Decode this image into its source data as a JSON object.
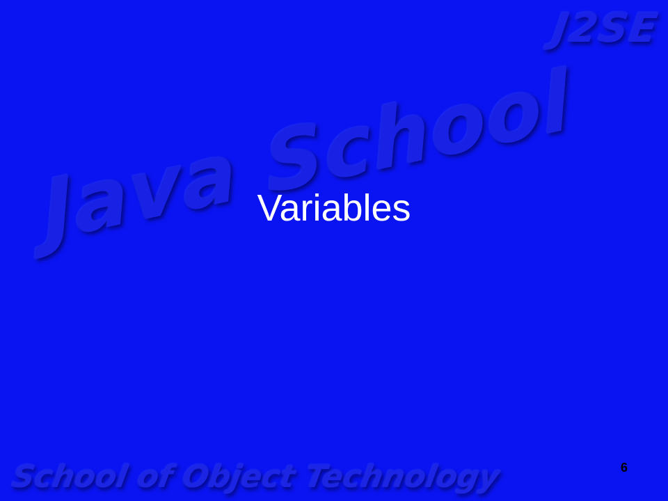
{
  "slide": {
    "title": "Variables",
    "page_number": "6",
    "background_color": "#0a14f2"
  },
  "watermarks": {
    "corner_logo": "J2SE",
    "center_logo": "Java School",
    "footer_logo": "School of Object Technology"
  }
}
